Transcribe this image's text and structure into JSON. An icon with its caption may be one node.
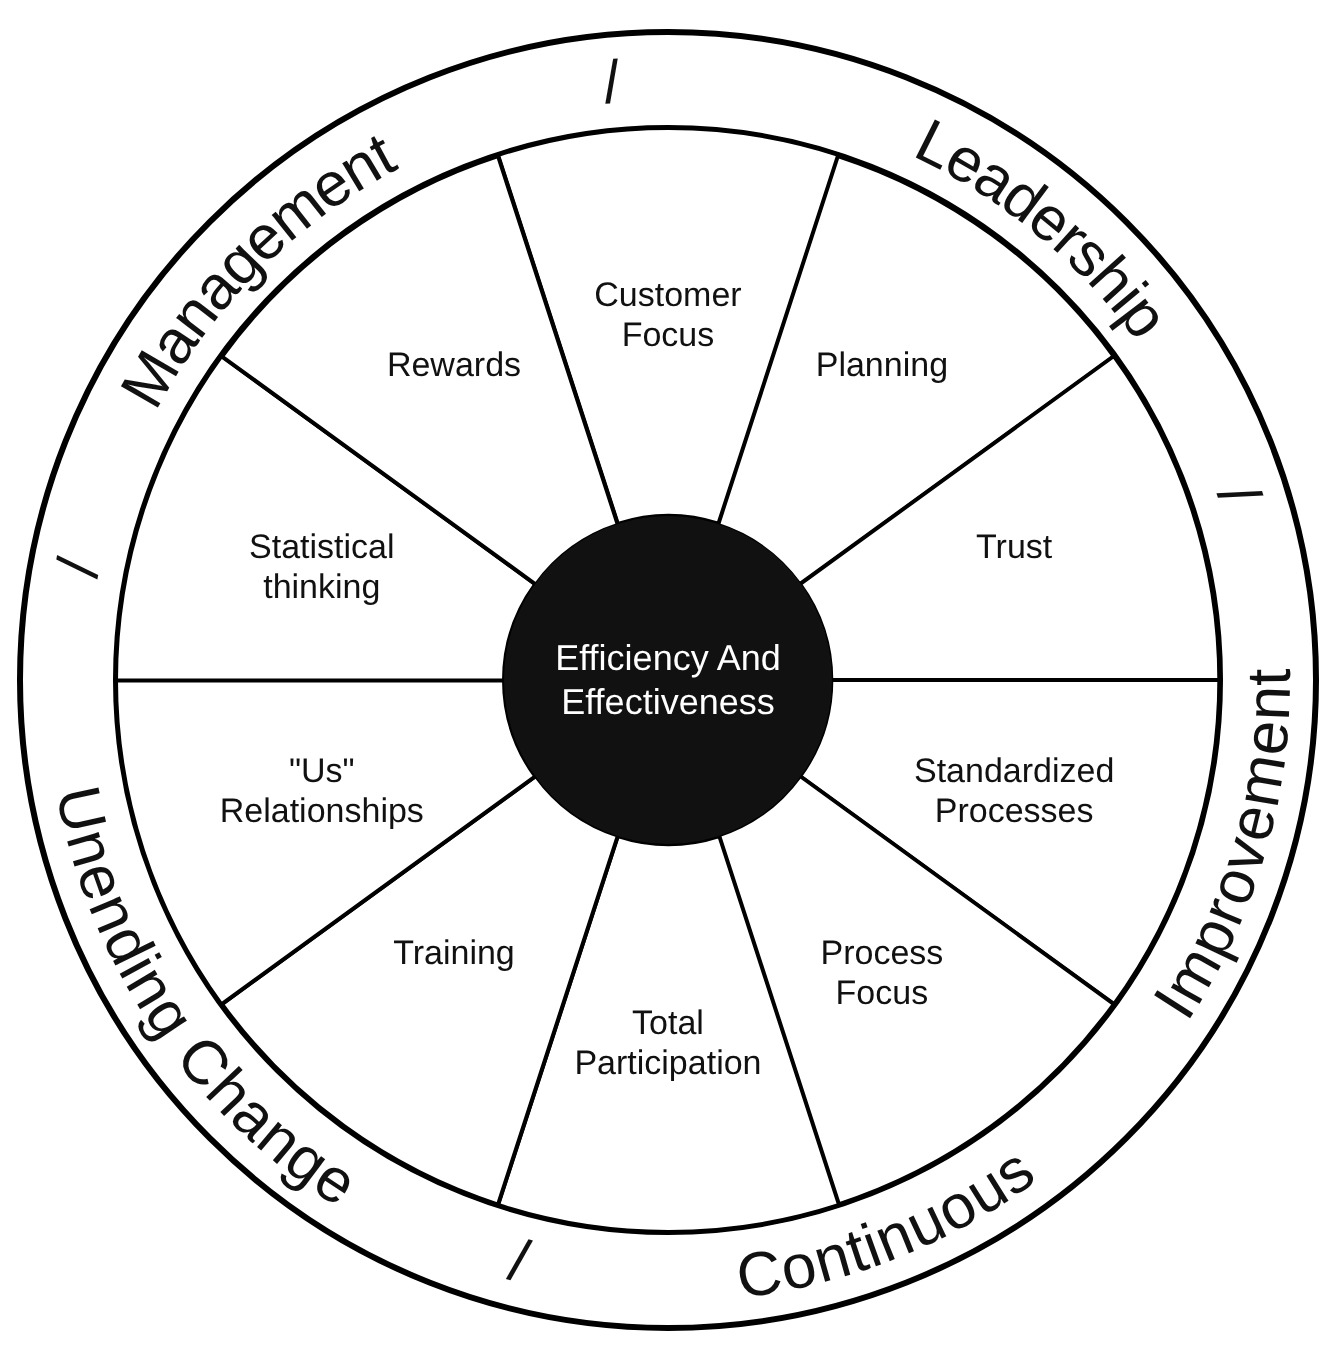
{
  "diagram": {
    "nodes": [
      {
        "text": [
          "Management",
          "Leadership",
          "Improvement",
          "Continuous",
          "Unending Change"
        ]
      },
      {
        "text": [
          "Efficiency And Effectiveness"
        ],
        "in": 0
      },
      {
        "text": [
          "Customer Focus"
        ],
        "in": 0
      },
      {
        "text": [
          "Planning"
        ],
        "in": 0
      },
      {
        "text": [
          "Trust"
        ],
        "in": 0
      },
      {
        "text": [
          "Standardized Processes"
        ],
        "in": 0
      },
      {
        "text": [
          "Process Focus"
        ],
        "in": 0
      },
      {
        "text": [
          "Total Participation"
        ],
        "in": 0
      },
      {
        "text": [
          "Training"
        ],
        "in": 0
      },
      {
        "text": [
          "\"Us\" Relationships"
        ],
        "in": 0
      },
      {
        "text": [
          "Statistical thinking"
        ],
        "in": 0
      },
      {
        "text": [
          "Rewards"
        ],
        "in": 0
      }
    ],
    "labels": [
      "/",
      "/",
      "/",
      "/"
    ]
  }
}
